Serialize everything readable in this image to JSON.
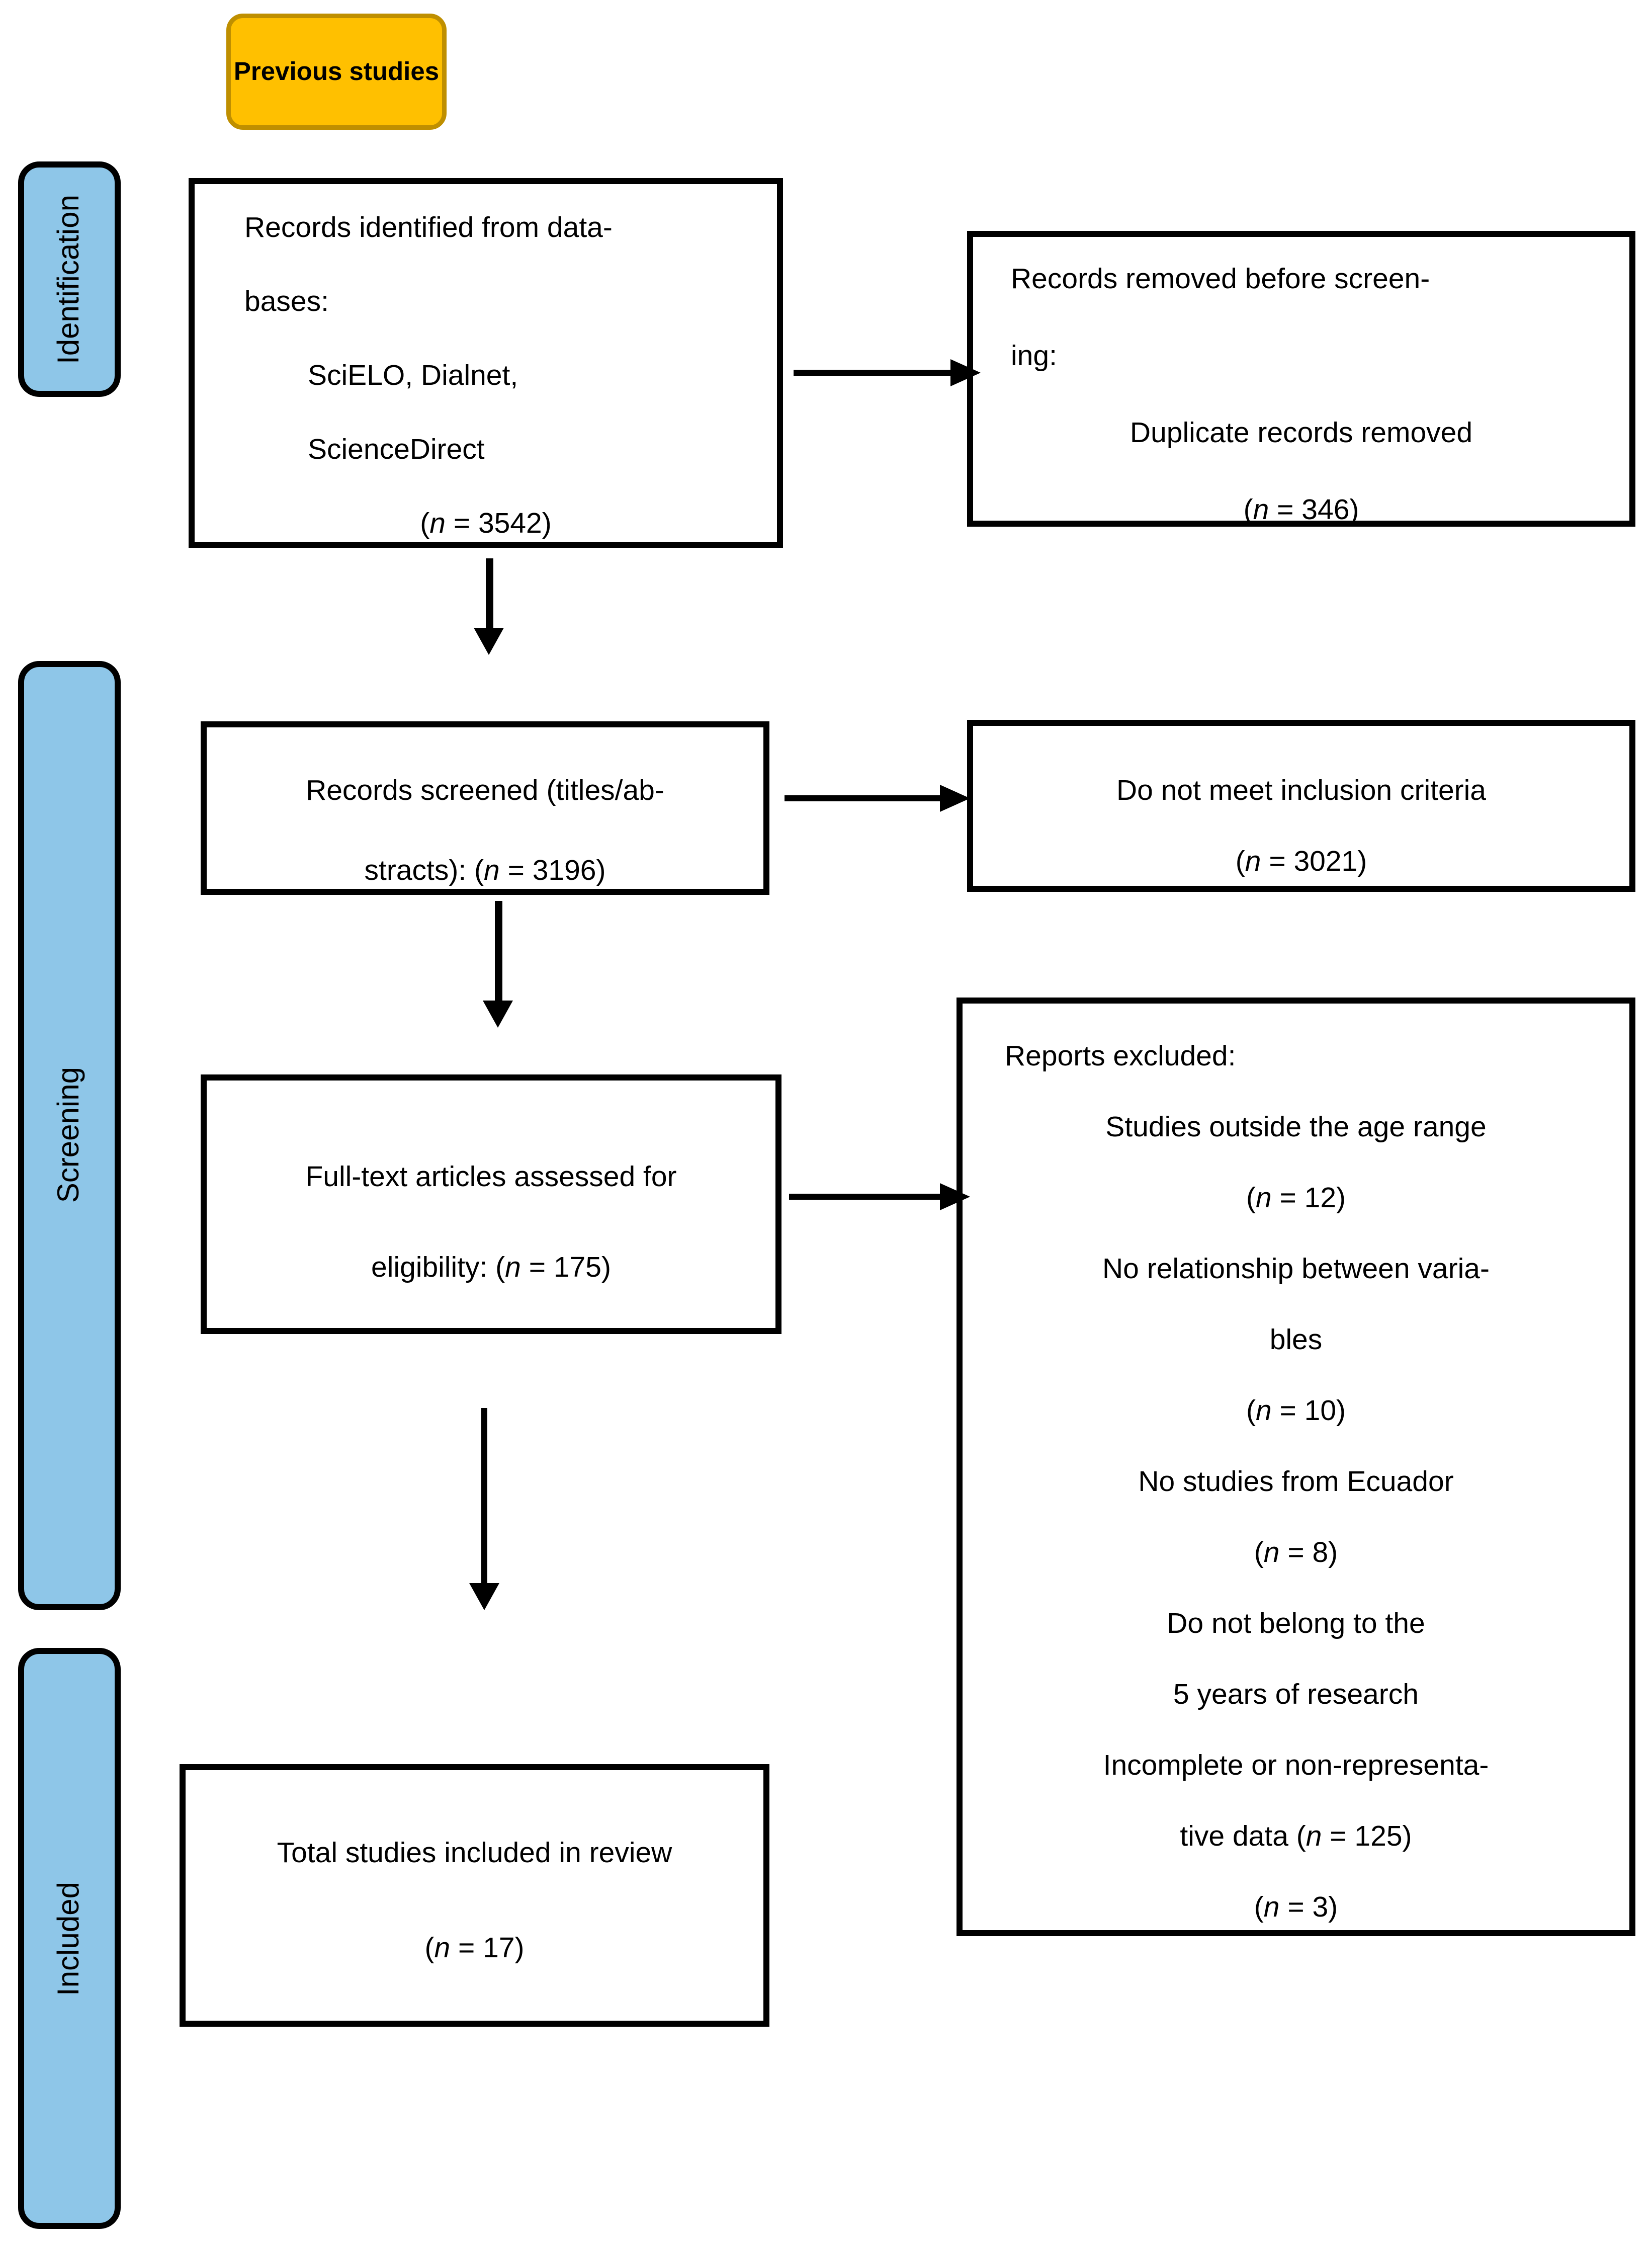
{
  "header": {
    "badge_label": "Previous studies"
  },
  "colors": {
    "badge_fill": "#FFC000",
    "badge_border": "#BF8F00",
    "stage_fill": "#8EC6E8",
    "box_border": "#000000",
    "background": "#FFFFFF"
  },
  "sidebar": {
    "items": [
      {
        "label": "Identification"
      },
      {
        "label": "Screening"
      },
      {
        "label": "Included"
      }
    ]
  },
  "boxes": {
    "identified": {
      "lines": [
        "Records identified from data-",
        "bases:",
        "SciELO, Dialnet,",
        "ScienceDirect",
        "(n = 3542)"
      ]
    },
    "removed": {
      "lines": [
        "Records removed before screen-",
        "ing:",
        "Duplicate records removed",
        "(n = 346)"
      ]
    },
    "screened": {
      "lines": [
        "Records screened (titles/ab-",
        "stracts): (n = 3196)"
      ]
    },
    "not_meet": {
      "lines": [
        "Do not meet inclusion criteria",
        "(n = 3021)"
      ]
    },
    "fulltext": {
      "lines": [
        "Full-text articles assessed for",
        "eligibility: (n = 175)"
      ]
    },
    "excluded": {
      "lines": [
        "Reports excluded:",
        "Studies outside the age range",
        "(n = 12)",
        "No relationship between varia-",
        "bles",
        "(n = 10)",
        "No studies from Ecuador",
        "(n = 8)",
        "Do not belong to the",
        "5 years of research",
        "Incomplete or non-representa-",
        "tive data (n = 125)",
        "(n = 3)"
      ]
    },
    "total": {
      "lines": [
        "Total studies included in review",
        "(n = 17)"
      ]
    }
  }
}
